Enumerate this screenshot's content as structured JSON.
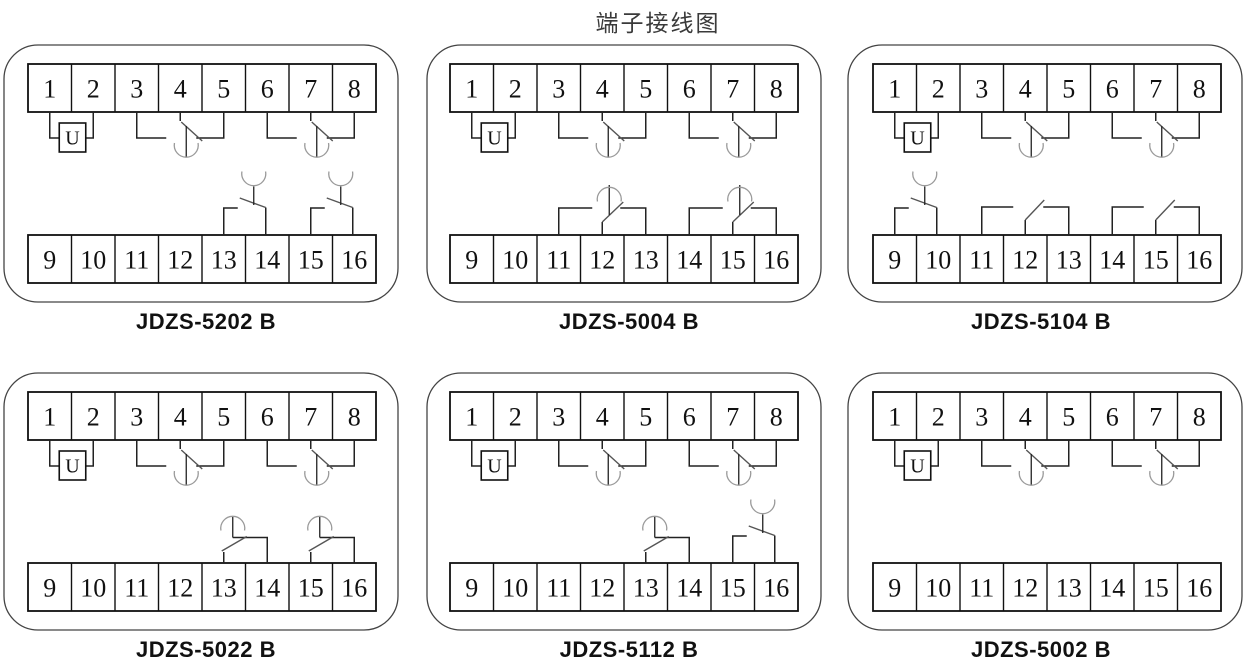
{
  "title": "端子接线图",
  "u_label": "U",
  "terminal_numbers": {
    "top": [
      "1",
      "2",
      "3",
      "4",
      "5",
      "6",
      "7",
      "8"
    ],
    "bottom": [
      "9",
      "10",
      "11",
      "12",
      "13",
      "14",
      "15",
      "16"
    ]
  },
  "panels": [
    {
      "label": "JDZS-5202 B",
      "row": 0,
      "col": 0,
      "contacts": [
        {
          "type": "voltage-coil",
          "terminals": [
            1,
            2
          ]
        },
        {
          "type": "delay-contact-top",
          "terminals": [
            3,
            4,
            5
          ]
        },
        {
          "type": "delay-contact-top",
          "terminals": [
            6,
            7,
            8
          ]
        },
        {
          "type": "delay-contact-bottom-up",
          "terminals": [
            13,
            14
          ]
        },
        {
          "type": "delay-contact-bottom-up",
          "terminals": [
            15,
            16
          ]
        }
      ]
    },
    {
      "label": "JDZS-5004 B",
      "row": 0,
      "col": 1,
      "contacts": [
        {
          "type": "voltage-coil",
          "terminals": [
            1,
            2
          ]
        },
        {
          "type": "delay-contact-top",
          "terminals": [
            3,
            4,
            5
          ]
        },
        {
          "type": "delay-contact-top",
          "terminals": [
            6,
            7,
            8
          ]
        },
        {
          "type": "delay-contact-bottom-mid",
          "terminals": [
            11,
            12,
            13
          ]
        },
        {
          "type": "delay-contact-bottom-mid",
          "terminals": [
            14,
            15,
            16
          ]
        }
      ]
    },
    {
      "label": "JDZS-5104 B",
      "row": 0,
      "col": 2,
      "contacts": [
        {
          "type": "voltage-coil",
          "terminals": [
            1,
            2
          ]
        },
        {
          "type": "delay-contact-top",
          "terminals": [
            3,
            4,
            5
          ]
        },
        {
          "type": "delay-contact-top",
          "terminals": [
            6,
            7,
            8
          ]
        },
        {
          "type": "delay-contact-bottom-up",
          "terminals": [
            9,
            10
          ]
        },
        {
          "type": "plain-contact-bottom",
          "terminals": [
            11,
            12,
            13
          ]
        },
        {
          "type": "plain-contact-bottom",
          "terminals": [
            14,
            15,
            16
          ]
        }
      ]
    },
    {
      "label": "JDZS-5022 B",
      "row": 1,
      "col": 0,
      "contacts": [
        {
          "type": "voltage-coil",
          "terminals": [
            1,
            2
          ]
        },
        {
          "type": "delay-contact-top",
          "terminals": [
            3,
            4,
            5
          ]
        },
        {
          "type": "delay-contact-top",
          "terminals": [
            6,
            7,
            8
          ]
        },
        {
          "type": "delay-contact-bottom-inv",
          "terminals": [
            13,
            14
          ]
        },
        {
          "type": "delay-contact-bottom-inv",
          "terminals": [
            15,
            16
          ]
        }
      ]
    },
    {
      "label": "JDZS-5112 B",
      "row": 1,
      "col": 1,
      "contacts": [
        {
          "type": "voltage-coil",
          "terminals": [
            1,
            2
          ]
        },
        {
          "type": "delay-contact-top",
          "terminals": [
            3,
            4,
            5
          ]
        },
        {
          "type": "delay-contact-top",
          "terminals": [
            6,
            7,
            8
          ]
        },
        {
          "type": "delay-contact-bottom-inv",
          "terminals": [
            13,
            14
          ]
        },
        {
          "type": "delay-contact-bottom-up",
          "terminals": [
            15,
            16
          ]
        }
      ]
    },
    {
      "label": "JDZS-5002 B",
      "row": 1,
      "col": 2,
      "contacts": [
        {
          "type": "voltage-coil",
          "terminals": [
            1,
            2
          ]
        },
        {
          "type": "delay-contact-top",
          "terminals": [
            3,
            4,
            5
          ]
        },
        {
          "type": "delay-contact-top",
          "terminals": [
            6,
            7,
            8
          ]
        }
      ]
    }
  ],
  "colors": {
    "line": "#222222",
    "box": "#111111",
    "border": "#444444",
    "blade": "#555555",
    "arc": "#9a9a9a",
    "text": "#111111",
    "title": "#3a3a3a",
    "background": "#ffffff"
  }
}
